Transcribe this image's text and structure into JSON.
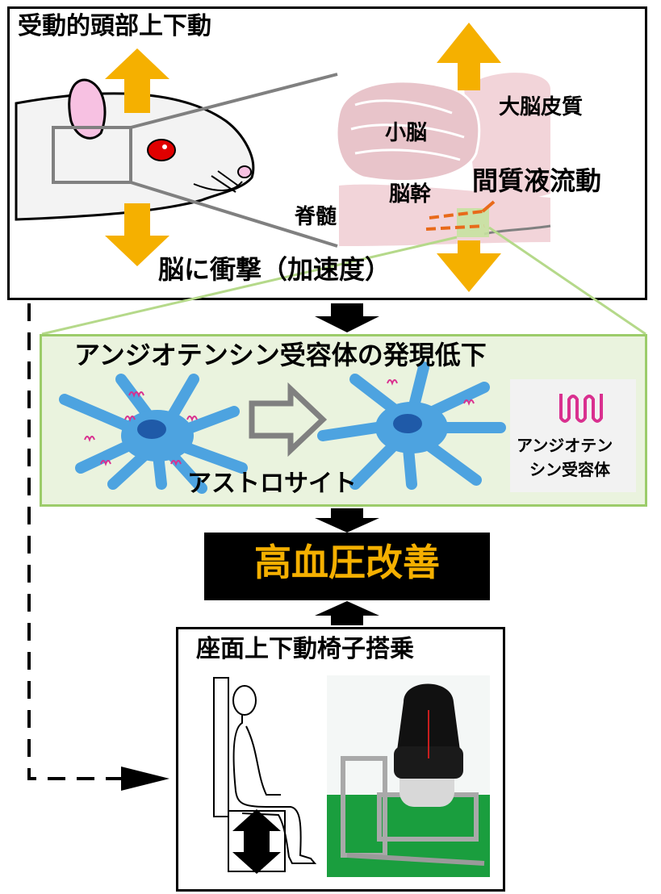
{
  "top_panel": {
    "title": "受動的頭部上下動",
    "labels": {
      "cerebral_cortex": "大脳皮質",
      "cerebellum": "小脳",
      "interstitial_flow": "間質液流動",
      "brainstem": "脳幹",
      "spinal_cord": "脊髄",
      "brain_impact": "脳に衝撃（加速度）"
    }
  },
  "middle_panel": {
    "title": "アンジオテンシン受容体の発現低下",
    "cell_label": "アストロサイト",
    "legend_line1": "アンジオテン",
    "legend_line2": "シン受容体"
  },
  "result": {
    "text": "高血圧改善"
  },
  "bottom_panel": {
    "title": "座面上下動椅子搭乗"
  },
  "colors": {
    "arrow_orange": "#f5b000",
    "panel_green_fill": "#eaf3de",
    "panel_green_border": "#9ccc6a",
    "result_text": "#f5b000",
    "astrocyte_blue": "#4da3e0",
    "receptor_pink": "#d9308f",
    "brain_pink": "#f2d4d9",
    "floor_green": "#1a9e3e"
  }
}
